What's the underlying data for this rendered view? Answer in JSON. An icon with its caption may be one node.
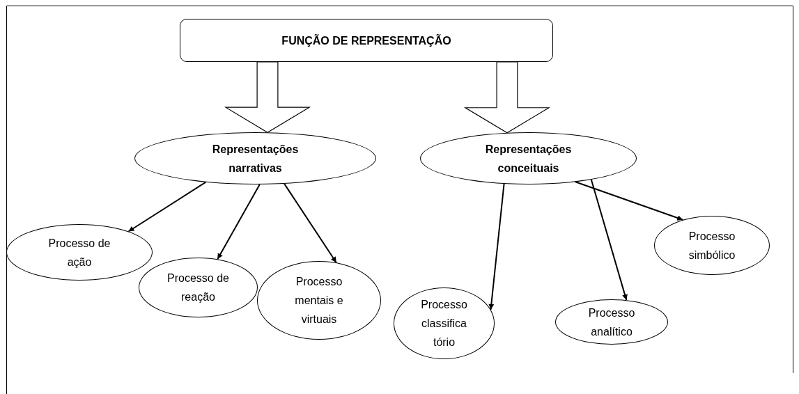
{
  "diagram": {
    "nodes": [
      {
        "text": [
          "FUNÇÃO DE REPRESENTAÇÃO"
        ]
      },
      {
        "text": [
          "Representações narrativas"
        ]
      },
      {
        "text": [
          "Representações conceituais"
        ]
      },
      {
        "text": [
          "Processo de ação"
        ]
      },
      {
        "text": [
          "Processo de reação"
        ]
      },
      {
        "text": [
          "Processo mentais e virtuais"
        ]
      },
      {
        "text": [
          "Processo classifica tório"
        ]
      },
      {
        "text": [
          "Processo analítico"
        ]
      },
      {
        "text": [
          "Processo simbólico"
        ]
      }
    ],
    "edges": [
      {
        "from": 0,
        "to": 1,
        "arrow": "to",
        "style": "thick"
      },
      {
        "from": 0,
        "to": 2,
        "arrow": "to",
        "style": "thick"
      },
      {
        "from": 1,
        "to": 3,
        "arrow": "to"
      },
      {
        "from": 1,
        "to": 4,
        "arrow": "to"
      },
      {
        "from": 1,
        "to": 5,
        "arrow": "to"
      },
      {
        "from": 2,
        "to": 6,
        "arrow": "to"
      },
      {
        "from": 2,
        "to": 7,
        "arrow": "to"
      },
      {
        "from": 2,
        "to": 8,
        "arrow": "to"
      }
    ]
  }
}
